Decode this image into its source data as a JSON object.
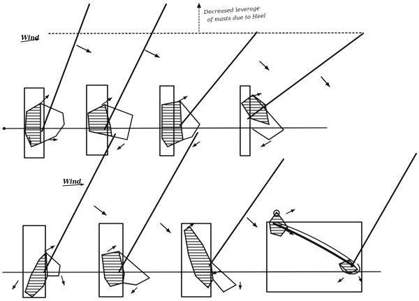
{
  "labels": {
    "wind_top": "Wind",
    "wind_bottom": "Wind",
    "annotation_line1": "Decreased leverage",
    "annotation_line2": "of masts due to Heel"
  }
}
